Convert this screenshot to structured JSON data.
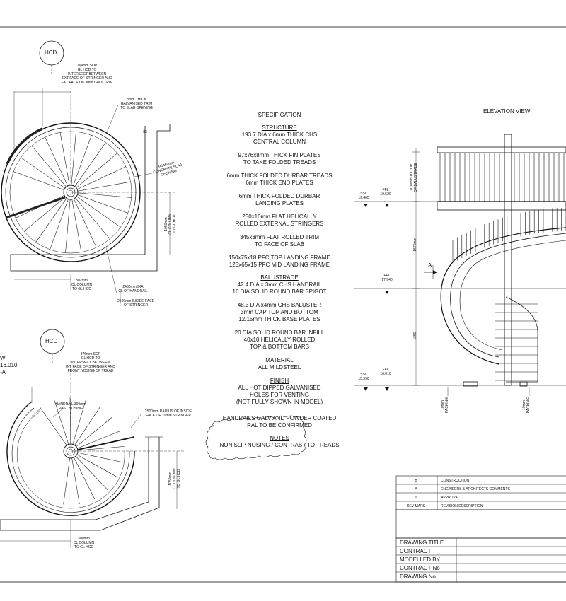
{
  "plan_top": {
    "marker": "HCD",
    "note_sop": [
      "764mm SOP",
      "GL HCD TO",
      "INTERSECT BETWEEN",
      "EXT FACE OF STRINGER AND",
      "EXT FACE OF 3mm GALV TRIM"
    ],
    "note_trim": [
      "3mm THICK",
      "GALVANISED TRIM",
      "TO SLAB OPENING"
    ],
    "note_slab": [
      "R1450mm",
      "CONCRETE SLAB",
      "OPENING"
    ],
    "note_column": [
      "1050mm",
      "CL COLUMN",
      "TO GL HCD"
    ],
    "note_cl": [
      "302mm",
      "CL COLUMN",
      "TO GL HCD"
    ],
    "note_dia": [
      "2430mm DIA",
      "CL OF HANDRAIL"
    ],
    "note_inside": [
      "2500mm INSIDE FACE",
      "OF STRINGER"
    ],
    "dim_small": "83"
  },
  "plan_bottom": {
    "marker": "HCD",
    "left_labels": [
      "W",
      "16.010",
      "-A"
    ],
    "note_sop": [
      "376mm SOP",
      "GL HCD TO",
      "INTERSECT BETWEEN",
      "INT FACE OF STRINGER AND",
      "FRONT NOSING OF TREAD"
    ],
    "note_handrail": [
      "HANDRAIL 300mm",
      "PAST NOSING"
    ],
    "note_radius": [
      "2500mm RADIUS OF INSIDE",
      "FACE OF 10mm STRINGER"
    ],
    "angle": "17.14°",
    "note_column": [
      "1050mm",
      "CL COLUMN",
      "TO GL HCD"
    ],
    "note_cl": [
      "300mm",
      "CL COLUMN",
      "TO GL HCD"
    ]
  },
  "spec": {
    "title": "SPECIFICATION",
    "structure_heading": "STRUCTURE",
    "structure": [
      [
        "193.7 DIA x 6mm THICK CHS",
        "CENTRAL COLUMN"
      ],
      [
        "97x76x8mm THICK FIN PLATES",
        "TO TAKE FOLDED TREADS"
      ],
      [
        "6mm THICK FOLDED DURBAR TREADS",
        "6mm THICK END PLATES"
      ],
      [
        "6mm THICK FOLDED DURBAR",
        "LANDING PLATES"
      ],
      [
        "250x10mm FLAT HELICALLY",
        "ROLLED EXTERNAL STRINGERS"
      ],
      [
        "345x3mm FLAT ROLLED TRIM",
        "TO FACE OF SLAB"
      ],
      [
        "150x75x18 PFC TOP LANDING FRAME",
        "125x65x15 PFC MID LANDING FRAME"
      ]
    ],
    "balustrade_heading": "BALUSTRADE",
    "balustrade": [
      [
        "42.4 DIA x 3mm CHS HANDRAIL",
        "16 DIA SOLID ROUND BAR SPIGOT"
      ],
      [
        "48.3 DIA x4mm CHS BALUSTER",
        "3mm CAP TOP AND BOTTOM",
        "12/15mm THICK BASE PLATES"
      ],
      [
        "20 DIA SOLID ROUND BAR INFILL",
        "40x10 HELICALLY ROLLED",
        "TOP & BOTTOM BARS"
      ]
    ],
    "material_heading": "MATERIAL",
    "material": "ALL MILDSTEEL",
    "finish_heading": "FINISH",
    "finish": [
      "ALL HOT DIPPED GALVANISED",
      "HOLES FOR VENTING",
      "(NOT FULLY SHOWN IN MODEL)"
    ],
    "cloud": [
      "HANDRAILS GALV AND POWDER COATED",
      "RAL TO BE CONFIRMED"
    ],
    "notes_heading": "NOTES",
    "notes": "NON SLIP NOSING / CONTRAST TO TREADS"
  },
  "elevation": {
    "title": "ELEVATION VIEW",
    "ssl_top": [
      "SSL",
      "19.465"
    ],
    "ffl_top": [
      "FFL",
      "19.520"
    ],
    "ffl_mid": [
      "FFL",
      "17.940"
    ],
    "ssl_bot": [
      "SSL",
      "15.990"
    ],
    "ffl_bot": [
      "FFL",
      "16.010"
    ],
    "dim_1100": [
      "1100mm TO TOP",
      "OF BALUSTRADE"
    ],
    "dim_1670": "1670mm",
    "dim_1650": "1650",
    "section_marker": "A",
    "packing_left": [
      "10mm",
      "PACKING"
    ],
    "packing_right": [
      "10mm",
      "PACKING"
    ]
  },
  "revisions": [
    {
      "mark": "B",
      "desc": "CONSTRUCTION"
    },
    {
      "mark": "A",
      "desc": "ENGINEERS & ARCHITECTS COMMENTS"
    },
    {
      "mark": "0",
      "desc": "APPROVAL"
    },
    {
      "mark": "REV MARK",
      "desc": "REVISION DESCRIPTION"
    }
  ],
  "title_block": [
    "DRAWING TITLE",
    "CONTRACT",
    "MODELLED BY",
    "CONTRACT No",
    "DRAWING No"
  ]
}
